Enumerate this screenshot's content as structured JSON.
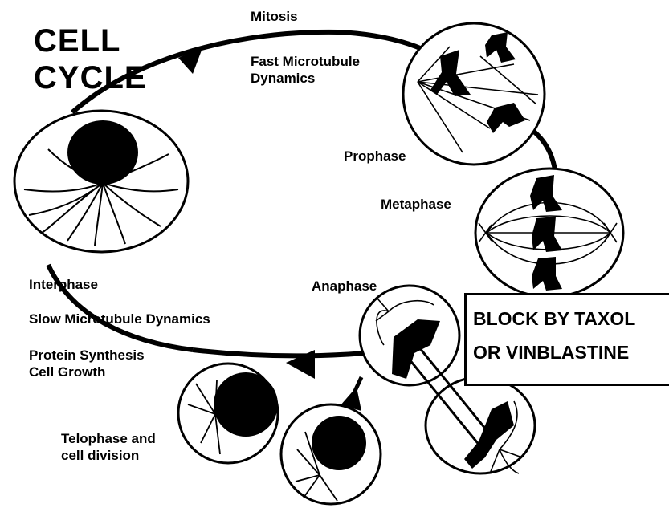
{
  "title": {
    "line1": "CELL",
    "line2": "CYCLE"
  },
  "labels": {
    "mitosis": "Mitosis",
    "fast_dynamics": [
      "Fast Microtubule",
      "Dynamics"
    ],
    "prophase": "Prophase",
    "metaphase": "Metaphase",
    "anaphase": "Anaphase",
    "interphase": "Interphase",
    "slow_dynamics": "Slow Microtubule Dynamics",
    "growth": [
      "Protein Synthesis",
      "Cell Growth"
    ],
    "telophase": [
      "Telophase and",
      "cell division"
    ]
  },
  "block": {
    "line1": "BLOCK BY TAXOL",
    "line2": "OR VINBLASTINE"
  }
}
